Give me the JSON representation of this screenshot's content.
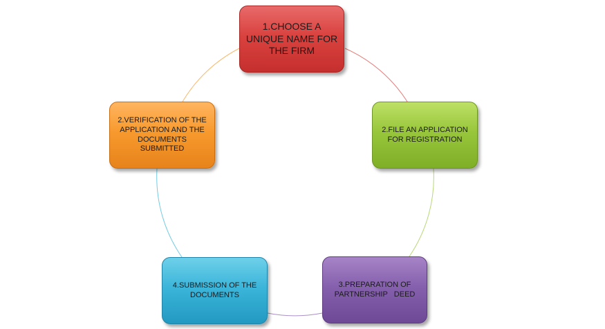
{
  "diagram": {
    "type": "cycle",
    "nodes": [
      {
        "label": "1.CHOOSE A UNIQUE NAME FOR THE FIRM",
        "color": "#d9423f"
      },
      {
        "label": "2.FILE AN APPLICATION FOR REGISTRATION",
        "color": "#98c63b"
      },
      {
        "label": "3.PREPARATION OF PARTNERSHIP   DEED",
        "color": "#8560ad"
      },
      {
        "label": "4.SUBMISSION OF THE DOCUMENTS",
        "color": "#3bb5d9"
      },
      {
        "label": "2.VERIFICATION OF THE APPLICATION AND THE DOCUMENTS SUBMITTED",
        "color": "#f79a2e"
      }
    ],
    "connector_colors": [
      "#d9423f",
      "#98c63b",
      "#8560ad",
      "#3bb5d9",
      "#f79a2e"
    ]
  }
}
